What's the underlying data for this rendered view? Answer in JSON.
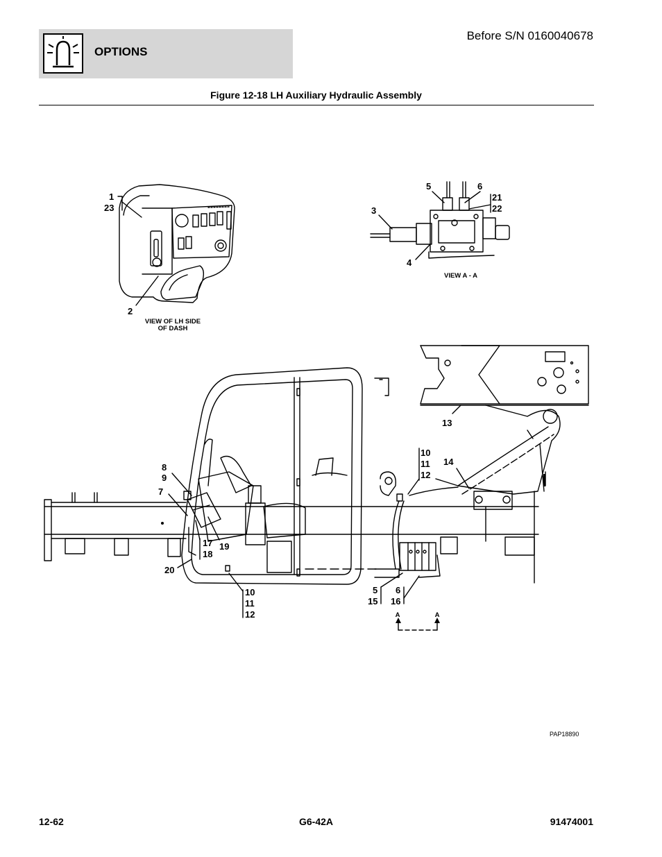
{
  "header": {
    "section_label": "OPTIONS",
    "serial_note": "Before S/N 0160040678",
    "icon": "lamp-options-icon"
  },
  "figure": {
    "title": "Figure 12-18 LH Auxiliary Hydraulic Assembly",
    "view_dash_caption_1": "VIEW OF LH SIDE",
    "view_dash_caption_2": "OF DASH",
    "view_aa_caption": "VIEW A - A",
    "drawing_id": "PAP18890",
    "section_marker_left": "A",
    "section_marker_right": "A",
    "callouts": {
      "c1": "1",
      "c23": "23",
      "c2": "2",
      "c3": "3",
      "c4": "4",
      "c5top": "5",
      "c6top": "6",
      "c21": "21",
      "c22": "22",
      "c13": "13",
      "c14": "14",
      "c10a": "10",
      "c11a": "11",
      "c12a": "12",
      "c8": "8",
      "c9": "9",
      "c7": "7",
      "c17": "17",
      "c18": "18",
      "c19": "19",
      "c20": "20",
      "c10b": "10",
      "c11b": "11",
      "c12b": "12",
      "c5": "5",
      "c15": "15",
      "c6": "6",
      "c16": "16"
    }
  },
  "footer": {
    "page_number": "12-62",
    "model": "G6-42A",
    "manual_number": "91474001"
  }
}
